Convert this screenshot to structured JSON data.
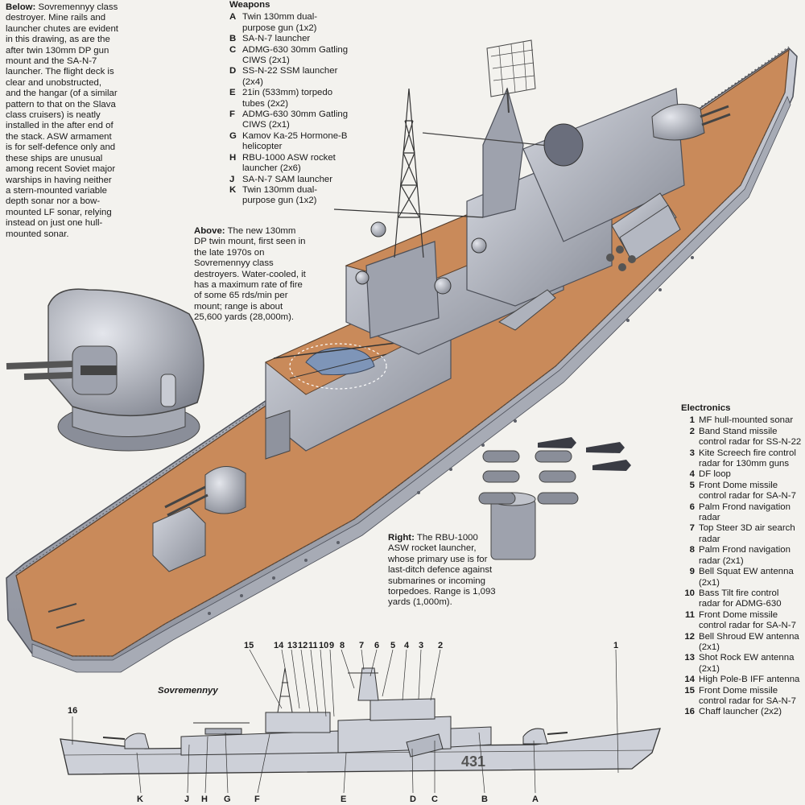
{
  "captions": {
    "below_lead": "Below:",
    "below_text": "Sovremennyy class destroyer. Mine rails and launcher chutes are evident in this drawing, as are the after twin 130mm DP gun mount and the SA-N-7 launcher. The flight deck is clear and unobstructed, and the hangar (of a similar pattern to that on the Slava class cruisers) is neatly installed in the after end of the stack. ASW armament is for self-defence only and these ships are unusual among recent Soviet major warships in having neither a stern-mounted variable depth sonar nor a bow-mounted LF sonar, relying instead on just one hull-mounted sonar.",
    "above_lead": "Above:",
    "above_text": "The new 130mm DP twin mount, first seen in the late 1970s on Sovremennyy class destroyers. Water-cooled, it has a maximum rate of fire of some 65 rds/min per mount; range is about 25,600 yards (28,000m).",
    "right_lead": "Right:",
    "right_text": "The RBU-1000 ASW rocket launcher, whose primary use is for last-ditch defence against submarines or incoming torpedoes. Range is 1,093 yards (1,000m)."
  },
  "weapons": {
    "title": "Weapons",
    "items": [
      {
        "key": "A",
        "text": "Twin 130mm dual-purpose gun (1x2)"
      },
      {
        "key": "B",
        "text": "SA-N-7 launcher"
      },
      {
        "key": "C",
        "text": "ADMG-630 30mm Gatling CIWS (2x1)"
      },
      {
        "key": "D",
        "text": "SS-N-22 SSM launcher (2x4)"
      },
      {
        "key": "E",
        "text": "21in (533mm) torpedo tubes (2x2)"
      },
      {
        "key": "F",
        "text": "ADMG-630 30mm Gatling CIWS (2x1)"
      },
      {
        "key": "G",
        "text": "Kamov Ka-25 Hormone-B helicopter"
      },
      {
        "key": "H",
        "text": "RBU-1000 ASW rocket launcher (2x6)"
      },
      {
        "key": "J",
        "text": "SA-N-7 SAM launcher"
      },
      {
        "key": "K",
        "text": "Twin 130mm dual-purpose gun (1x2)"
      }
    ]
  },
  "electronics": {
    "title": "Electronics",
    "items": [
      {
        "key": "1",
        "text": "MF hull-mounted sonar"
      },
      {
        "key": "2",
        "text": "Band Stand missile control radar for SS-N-22"
      },
      {
        "key": "3",
        "text": "Kite Screech fire control radar for 130mm guns"
      },
      {
        "key": "4",
        "text": "DF loop"
      },
      {
        "key": "5",
        "text": "Front Dome missile control radar for SA-N-7"
      },
      {
        "key": "6",
        "text": "Palm Frond navigation radar"
      },
      {
        "key": "7",
        "text": "Top Steer 3D air search radar"
      },
      {
        "key": "8",
        "text": "Palm Frond navigation radar (2x1)"
      },
      {
        "key": "9",
        "text": "Bell Squat EW antenna (2x1)"
      },
      {
        "key": "10",
        "text": "Bass Tilt fire control radar for ADMG-630"
      },
      {
        "key": "11",
        "text": "Front Dome missile control radar for SA-N-7"
      },
      {
        "key": "12",
        "text": "Bell Shroud EW antenna (2x1)"
      },
      {
        "key": "13",
        "text": "Shot Rock EW antenna (2x1)"
      },
      {
        "key": "14",
        "text": "High Pole-B IFF antenna"
      },
      {
        "key": "15",
        "text": "Front Dome missile control radar for SA-N-7"
      },
      {
        "key": "16",
        "text": "Chaff launcher (2x2)"
      }
    ]
  },
  "profile": {
    "ship_name": "Sovremennyy",
    "hull_number": "431",
    "top_numbers": [
      "15",
      "14",
      "13",
      "12",
      "11",
      "10",
      "9",
      "8",
      "7",
      "6",
      "5",
      "4",
      "3",
      "2",
      "1"
    ],
    "side_number": "16",
    "bottom_letters": [
      "K",
      "J",
      "H",
      "G",
      "F",
      "E",
      "D",
      "C",
      "B",
      "A"
    ]
  },
  "colors": {
    "hull_grey": "#b9bcc6",
    "deck_orange": "#c98a5a",
    "dark_grey": "#6e717c",
    "background": "#f3f2ee"
  }
}
